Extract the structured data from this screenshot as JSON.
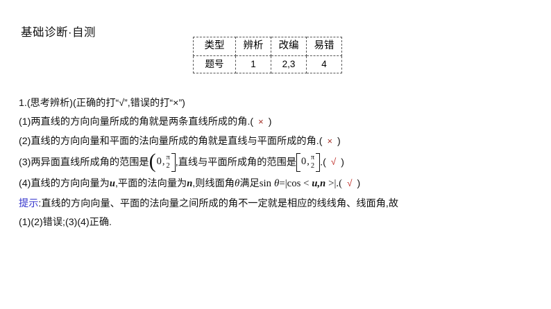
{
  "slide": {
    "section_title": "基础诊断·自测",
    "accent_colors": {
      "hint_label": "#3333cc",
      "wrong_mark": "#a33026",
      "right_mark": "#c0302a",
      "table_border": "#555555"
    }
  },
  "table": {
    "headers": [
      "类型",
      "辨析",
      "改编",
      "易错"
    ],
    "rows": [
      [
        "题号",
        "1",
        "2,3",
        "4"
      ]
    ]
  },
  "content": {
    "question_heading": "1.(思考辨析)(正确的打“√”,错误的打“×”)",
    "items": [
      {
        "number": "(1)",
        "text": "两直线的方向向量所成的角就是两条直线所成的角.(",
        "mark": "×",
        "mark_type": "wrong",
        "close": ")"
      },
      {
        "number": "(2)",
        "text": "直线的方向向量和平面的法向量所成的角就是直线与平面所成的角.(",
        "mark": "×",
        "mark_type": "wrong",
        "close": ")"
      },
      {
        "number": "(3)",
        "text_a": "两异面直线所成角的范围是",
        "interval_1": {
          "left": "(",
          "lower": "0",
          "comma": ",",
          "num": "π",
          "den": "2",
          "right": "]"
        },
        "text_b": ",直线与平面所成角的范围是",
        "interval_2": {
          "left": "[",
          "lower": "0",
          "comma": ",",
          "num": "π",
          "den": "2",
          "right": "]"
        },
        "text_c": ".(",
        "mark": "√",
        "mark_type": "right",
        "close": ")"
      },
      {
        "number": "(4)",
        "text_a": "直线的方向向量为",
        "vec_u": "u",
        "text_b": ",平面的法向量为",
        "vec_n": "n",
        "text_c": ",则线面角",
        "theta": "θ",
        "text_d": "满足",
        "formula_sin": "sin",
        "formula_theta": "θ",
        "formula_eq": "=|cos <",
        "formula_u": "u",
        "formula_comma": ",",
        "formula_n": "n",
        "formula_tail": ">|.(",
        "mark": "√",
        "mark_type": "right",
        "close": ")"
      }
    ],
    "hint": {
      "label": "提示",
      "colon": ":",
      "line1": "直线的方向向量、平面的法向量之间所成的角不一定就是相应的线线角、线面角,故",
      "line2": "(1)(2)错误;(3)(4)正确."
    }
  }
}
